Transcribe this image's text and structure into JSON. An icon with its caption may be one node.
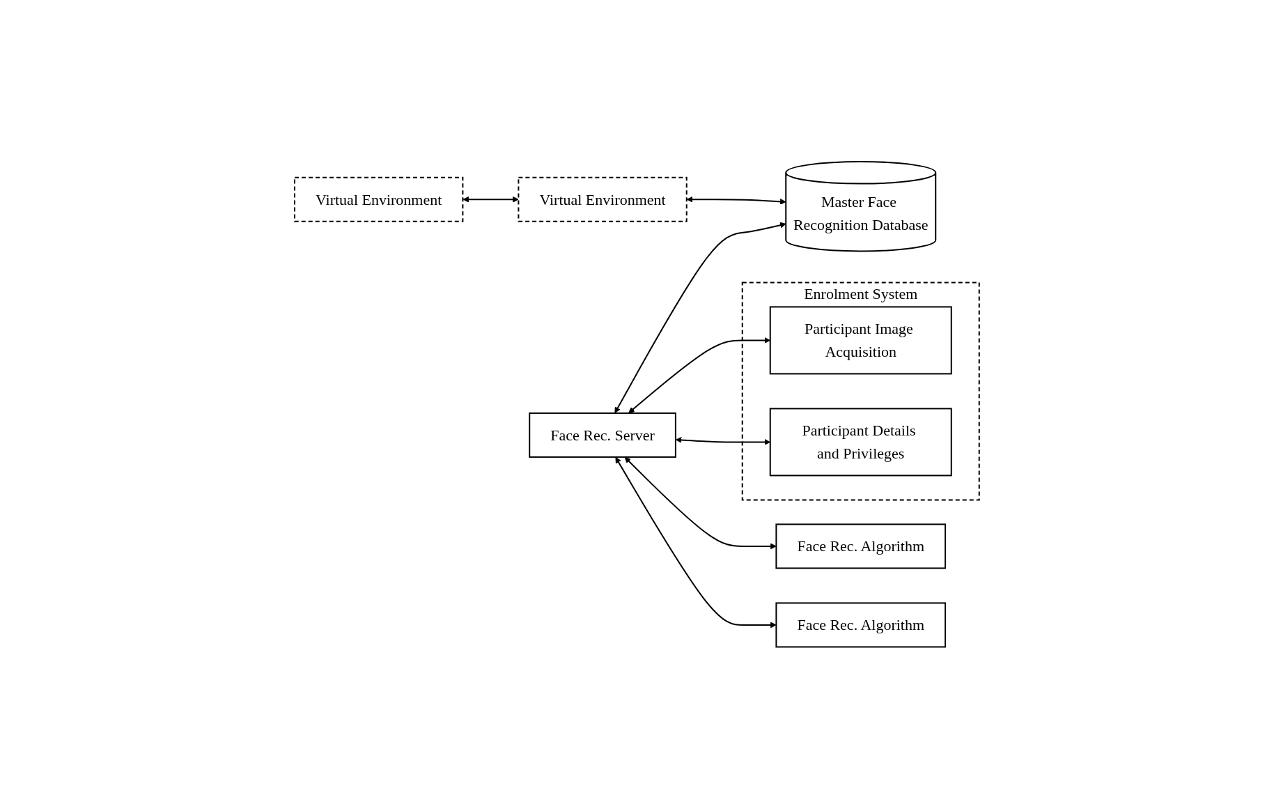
{
  "diagram": {
    "nodes": [
      {
        "text": [
          "Virtual Environment"
        ]
      },
      {
        "text": [
          "Virtual Environment"
        ]
      },
      {
        "text": [
          "Enrolment System"
        ]
      },
      {
        "text": [
          "Participant Image Acquisition"
        ],
        "in": 2
      },
      {
        "text": [
          "Participant Details and Privileges"
        ],
        "in": 2
      },
      {
        "text": [
          "Face Rec. Server"
        ]
      },
      {
        "text": [
          "Master Face Recognition Database"
        ]
      },
      {
        "text": [
          "Face Rec. Algorithm"
        ]
      },
      {
        "text": [
          "Face Rec. Algorithm"
        ]
      }
    ],
    "edges": [
      {
        "from": 0,
        "to": 1,
        "arrow": "both"
      },
      {
        "from": 1,
        "to": 6,
        "arrow": "both"
      },
      {
        "from": 5,
        "to": 6,
        "arrow": "both"
      },
      {
        "from": 5,
        "to": 3,
        "arrow": "both"
      },
      {
        "from": 5,
        "to": 4,
        "arrow": "both"
      },
      {
        "from": 5,
        "to": 7,
        "arrow": "both"
      },
      {
        "from": 5,
        "to": 8,
        "arrow": "both"
      }
    ]
  }
}
